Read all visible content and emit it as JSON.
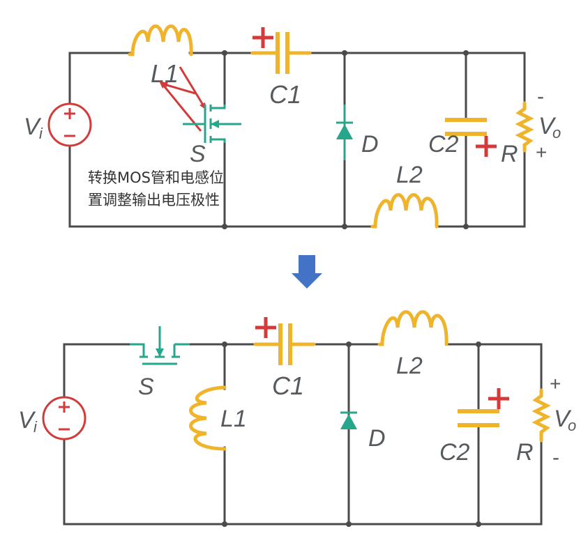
{
  "top": {
    "labels": {
      "vi": "V",
      "vi_sub": "i",
      "l1": "L1",
      "s": "S",
      "c1": "C1",
      "d": "D",
      "l2": "L2",
      "c2": "C2",
      "r": "R",
      "vo": "V",
      "vo_sub": "o",
      "minus": "-",
      "plus": "+"
    },
    "note_line1": "转换MOS管和电感位",
    "note_line2": "置调整输出电压极性"
  },
  "bottom": {
    "labels": {
      "vi": "V",
      "vi_sub": "i",
      "s": "S",
      "l1": "L1",
      "c1": "C1",
      "d": "D",
      "l2": "L2",
      "c2": "C2",
      "r": "R",
      "vo": "V",
      "vo_sub": "o",
      "plus": "+",
      "minus": "-"
    }
  },
  "colors": {
    "wire": "#4a4a4a",
    "passive": "#f0b42c",
    "semiconductor": "#26a68a",
    "polarity": "#d33a3a",
    "arrow": "#4472c4"
  }
}
